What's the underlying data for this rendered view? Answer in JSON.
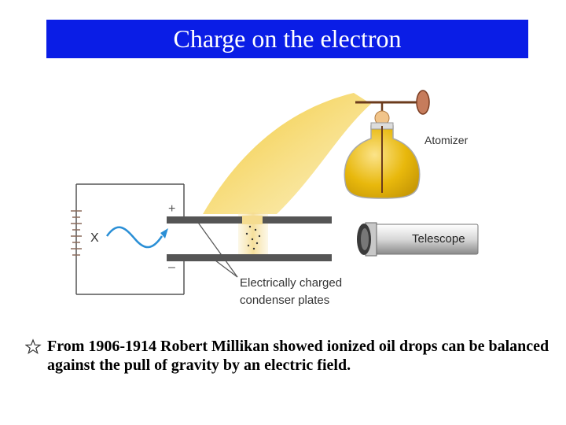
{
  "slide": {
    "title": "Charge on the electron",
    "title_bg": "#0a1de6"
  },
  "diagram": {
    "label_atomizer": "Atomizer",
    "label_telescope": "Telescope",
    "label_plus": "+",
    "label_minus": "–",
    "label_x": "X",
    "label_plates_line1": "Electrically charged",
    "label_plates_line2": "condenser plates",
    "spray_color": "#f2c52a",
    "flask_color": "#e8b80c",
    "ray_color": "#2a8fd6",
    "plate_color": "#555555"
  },
  "bullet": {
    "icon": "star-outline-icon",
    "text": "From 1906-1914 Robert Millikan showed ionized oil drops can be balanced against the pull of gravity by an electric field."
  }
}
